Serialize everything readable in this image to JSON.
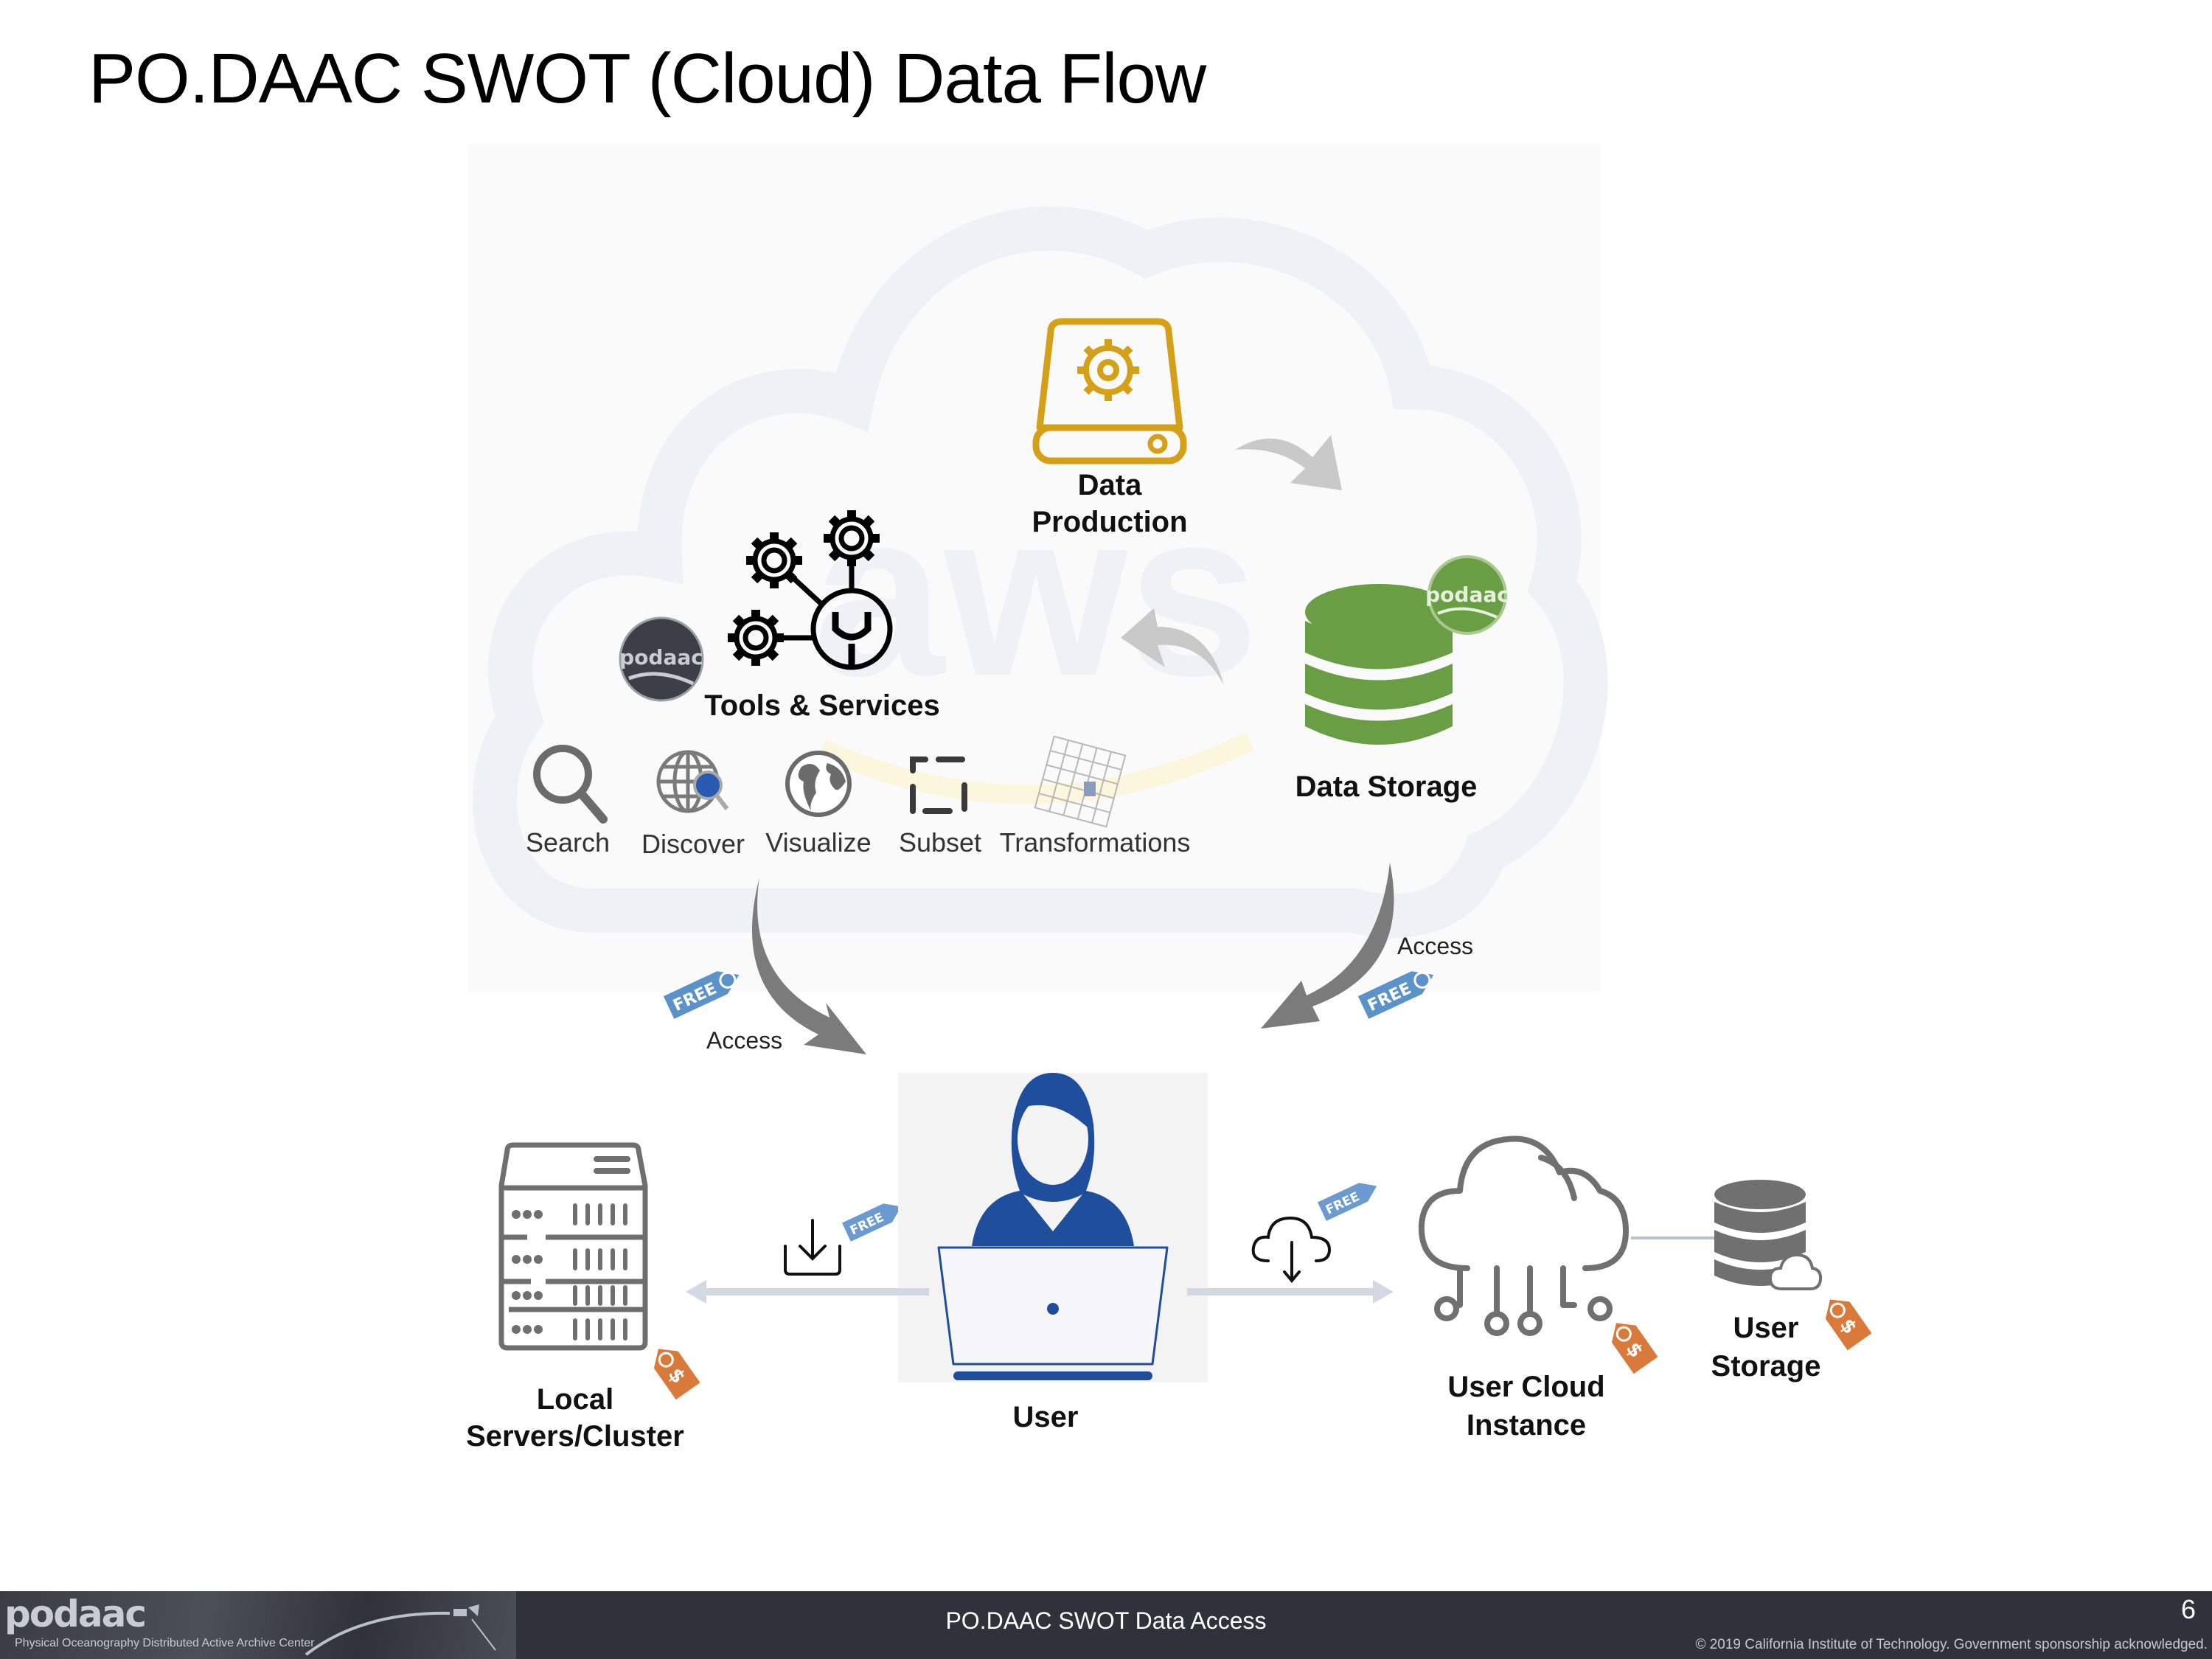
{
  "slide": {
    "title": "PO.DAAC SWOT (Cloud) Data Flow"
  },
  "diagram": {
    "background_watermark": "aws",
    "nodes": {
      "data_production": {
        "label_line1": "Data",
        "label_line2": "Production",
        "color": "#d4a017"
      },
      "data_storage": {
        "label": "Data Storage",
        "color": "#6a9e45",
        "badge": "podaac"
      },
      "tools_services": {
        "label": "Tools & Services",
        "badge": "podaac"
      },
      "user": {
        "label": "User",
        "color": "#1f4e9c"
      },
      "local_servers": {
        "label_line1": "Local",
        "label_line2": "Servers/Cluster"
      },
      "user_cloud_instance": {
        "label_line1": "User Cloud",
        "label_line2": "Instance"
      },
      "user_storage": {
        "label_line1": "User",
        "label_line2": "Storage"
      }
    },
    "tools": [
      {
        "label": "Search",
        "icon": "magnifier-icon"
      },
      {
        "label": "Discover",
        "icon": "globe-search-icon"
      },
      {
        "label": "Visualize",
        "icon": "earth-icon"
      },
      {
        "label": "Subset",
        "icon": "subset-bracket-icon"
      },
      {
        "label": "Transformations",
        "icon": "grid-transform-icon"
      }
    ],
    "edges": {
      "left_access_label": "Access",
      "right_access_label": "Access"
    },
    "tags": {
      "free_label": "FREE",
      "free_color": "#5b93c9",
      "cost_symbol": "$",
      "cost_color": "#d97a3a"
    }
  },
  "footer": {
    "logo_text": "podaac",
    "logo_subtitle": "Physical Oceanography Distributed Active Archive Center",
    "center_text": "PO.DAAC SWOT Data Access",
    "page_number": "6",
    "copyright": "© 2019 California Institute of Technology. Government sponsorship acknowledged."
  }
}
